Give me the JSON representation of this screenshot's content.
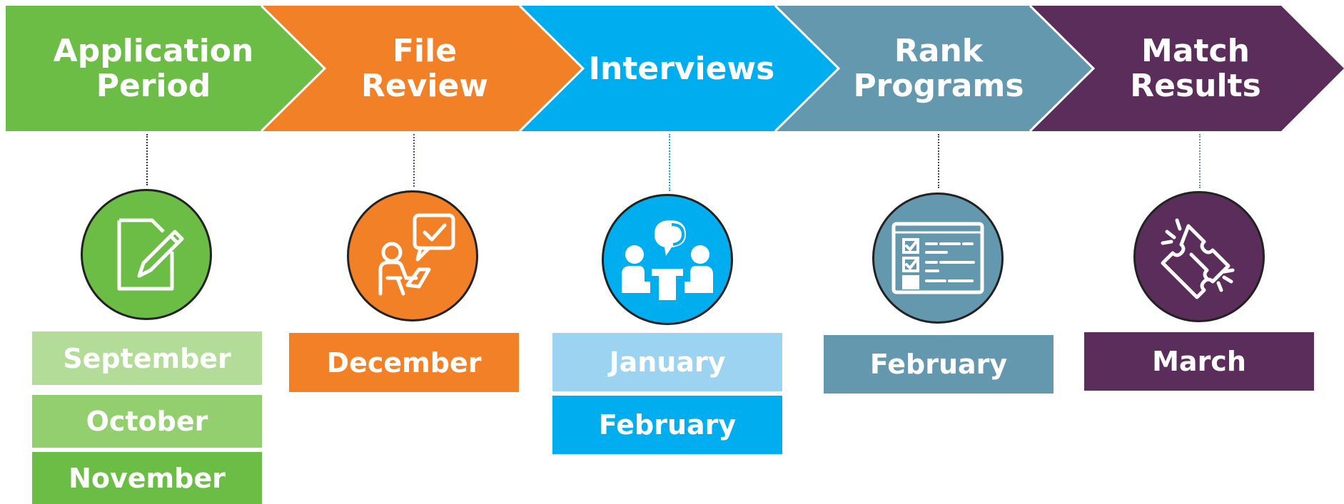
{
  "stages": [
    {
      "id": "application",
      "line1": "Application",
      "line2": "Period",
      "color": "#6CBD45",
      "icon": "document-pencil-icon",
      "months": [
        {
          "label": "September",
          "color": "#B2DC97"
        },
        {
          "label": "October",
          "color": "#93CF6F"
        },
        {
          "label": "November",
          "color": "#6CBD45"
        }
      ]
    },
    {
      "id": "file-review",
      "line1": "File",
      "line2": "Review",
      "color": "#F28026",
      "icon": "reviewer-checkmark-icon",
      "months": [
        {
          "label": "December",
          "color": "#F28026"
        }
      ]
    },
    {
      "id": "interviews",
      "line1": "Interviews",
      "line2": "",
      "color": "#00AEEF",
      "icon": "interview-meeting-icon",
      "months": [
        {
          "label": "January",
          "color": "#9BD3F1"
        },
        {
          "label": "February",
          "color": "#00AEEF"
        }
      ]
    },
    {
      "id": "rank-programs",
      "line1": "Rank",
      "line2": "Programs",
      "color": "#6498AF",
      "icon": "checklist-icon",
      "months": [
        {
          "label": "February",
          "color": "#6498AF"
        }
      ]
    },
    {
      "id": "match-results",
      "line1": "Match",
      "line2": "Results",
      "color": "#5A2D5A",
      "icon": "puzzle-icon",
      "months": [
        {
          "label": "March",
          "color": "#5A2D5A"
        }
      ]
    }
  ]
}
